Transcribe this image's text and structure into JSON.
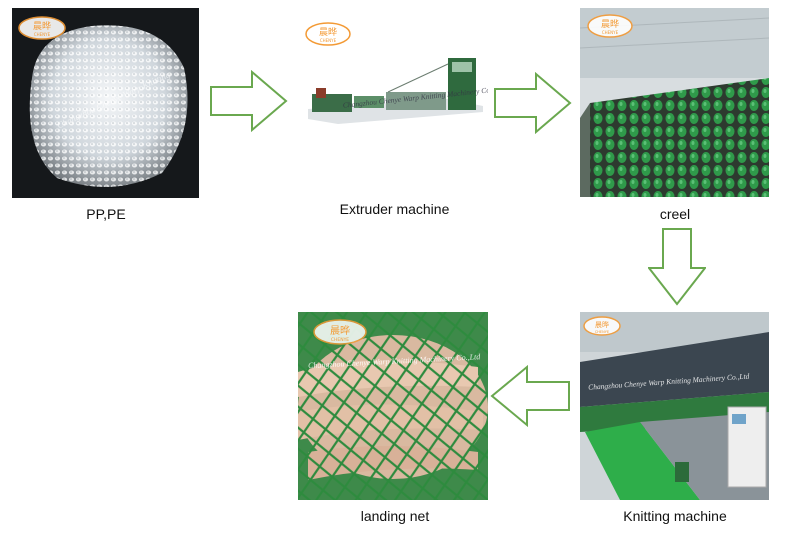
{
  "colors": {
    "arrow_stroke": "#6aa84f",
    "net_green": "#2e8b3e",
    "logo_orange": "#f39a35"
  },
  "steps": [
    {
      "id": "pp-pe",
      "caption": "PP,PE",
      "photo": "plastic-pellets"
    },
    {
      "id": "extruder",
      "caption": "Extruder machine",
      "photo": "extruder-machine",
      "watermark": "Changzhou Chenye Warp Knitting Machinery Co.,Ltd"
    },
    {
      "id": "creel",
      "caption": "creel",
      "photo": "creel-bobbins"
    },
    {
      "id": "knitting",
      "caption": "Knitting machine",
      "photo": "knitting-machine",
      "watermark": "Changzhou Chenye Warp Knitting Machinery Co.,Ltd"
    },
    {
      "id": "landing-net",
      "caption": "landing net",
      "photo": "green-net-on-hand",
      "watermark": "Changzhou Chenye Warp Knitting Machinery Co.,Ltd"
    }
  ],
  "logo": {
    "mark": "晨晔",
    "sub": "CHENYE"
  },
  "arrows": [
    {
      "from": "pp-pe",
      "to": "extruder",
      "direction": "right"
    },
    {
      "from": "extruder",
      "to": "creel",
      "direction": "right"
    },
    {
      "from": "creel",
      "to": "knitting",
      "direction": "down"
    },
    {
      "from": "knitting",
      "to": "landing-net",
      "direction": "left"
    }
  ]
}
